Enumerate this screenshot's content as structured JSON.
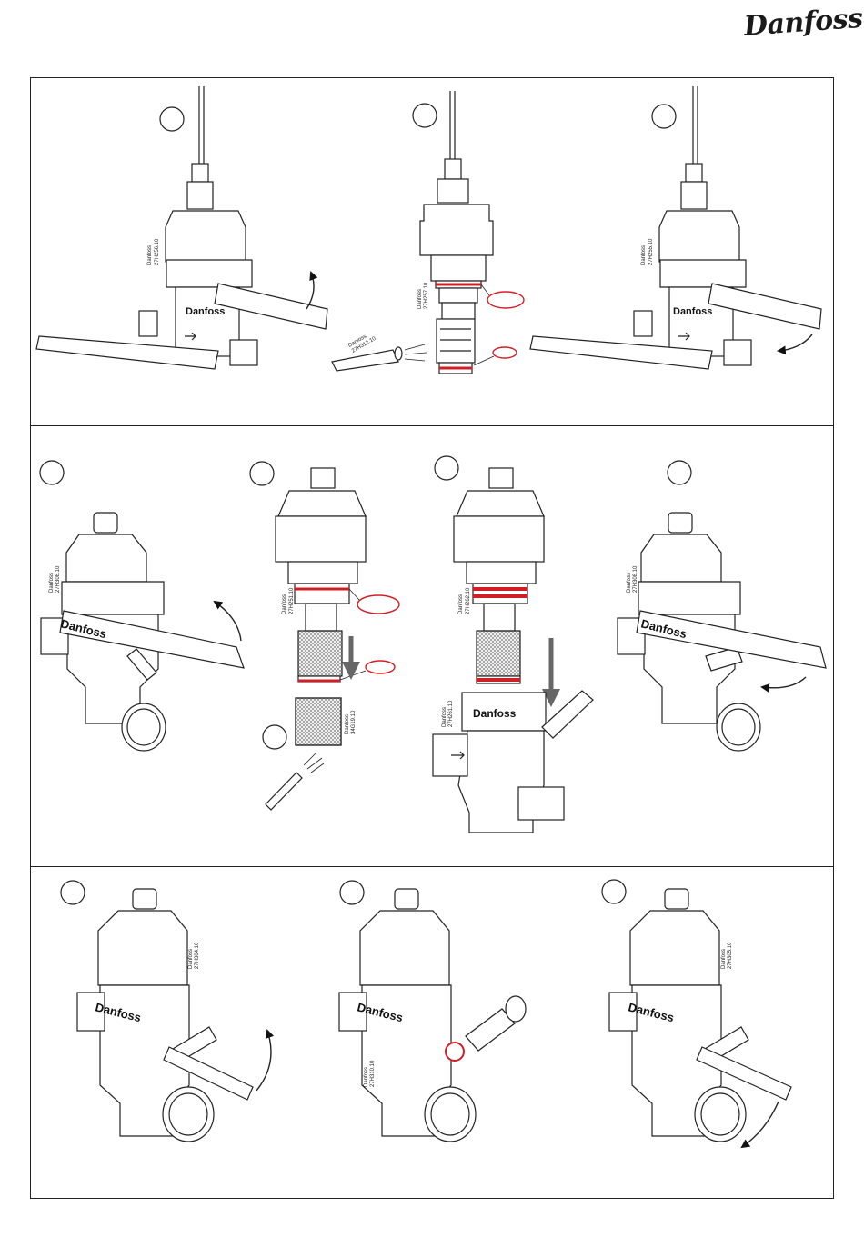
{
  "header": {
    "logo_text": "Danfoss"
  },
  "colors": {
    "line": "#222222",
    "seal": "#d21f26",
    "arrow": "#666666"
  },
  "row1": {
    "panel1": {
      "brand": "Danfoss",
      "part_line1": "Danfoss",
      "part_line2": "27H256.10"
    },
    "panel2": {
      "part_line1": "Danfoss",
      "part_line2": "27H257.10",
      "tool_line1": "Danfoss",
      "tool_line2": "27H312.10"
    },
    "panel3": {
      "brand": "Danfoss",
      "part_line1": "Danfoss",
      "part_line2": "27H255.10"
    }
  },
  "row2": {
    "panel1": {
      "brand": "Danfoss",
      "part_line1": "Danfoss",
      "part_line2": "27H308.10"
    },
    "panel2": {
      "part_line1": "Danfoss",
      "part_line2": "27H251.10",
      "filter_line1": "Danfoss",
      "filter_line2": "34G19.10"
    },
    "panel3": {
      "brand": "Danfoss",
      "part_line1": "Danfoss",
      "part_line2": "27H262.10",
      "body_line1": "Danfoss",
      "body_line2": "27H261.10"
    },
    "panel4": {
      "brand": "Danfoss",
      "part_line1": "Danfoss",
      "part_line2": "27H308.10"
    }
  },
  "row3": {
    "panel1": {
      "brand": "Danfoss",
      "part_line1": "Danfoss",
      "part_line2": "27H304.10"
    },
    "panel2": {
      "brand": "Danfoss",
      "part_line1": "Danfoss",
      "part_line2": "27H310.10"
    },
    "panel3": {
      "brand": "Danfoss",
      "part_line1": "Danfoss",
      "part_line2": "27H305.10"
    }
  }
}
